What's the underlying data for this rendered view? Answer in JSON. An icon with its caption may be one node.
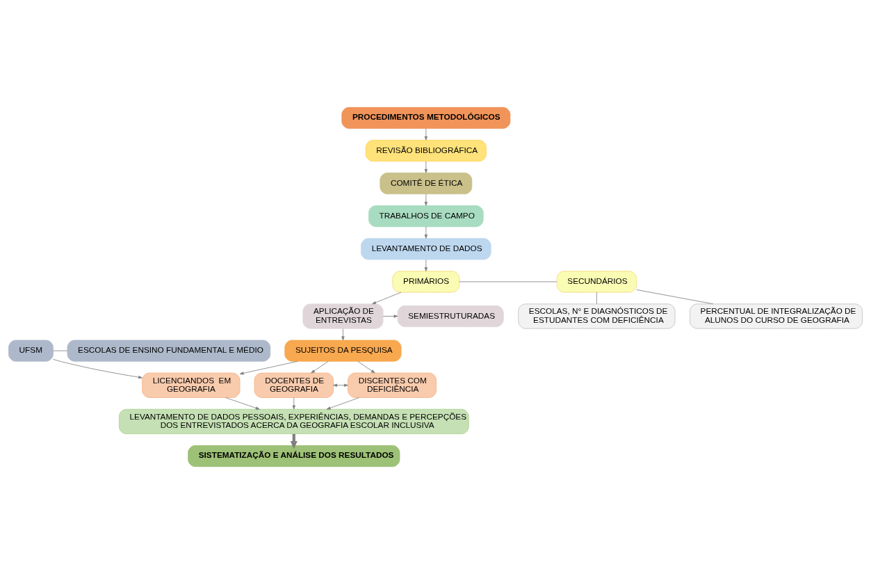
{
  "diagram": {
    "nodes": [
      {
        "text": [
          "PROCEDIMENTOS METODOLÓGICOS"
        ]
      },
      {
        "text": [
          "REVISÃO BIBLIOGRÁFICA"
        ]
      },
      {
        "text": [
          "COMITÊ DE ÉTICA"
        ]
      },
      {
        "text": [
          "TRABALHOS DE CAMPO"
        ]
      },
      {
        "text": [
          "LEVANTAMENTO DE DADOS"
        ]
      },
      {
        "text": [
          "PRIMÁRIOS"
        ]
      },
      {
        "text": [
          "SECUNDÁRIOS"
        ]
      },
      {
        "text": [
          "ESCOLAS, N° E DIAGNÓSTICOS DE ESTUDANTES COM DEFICIÊNCIA"
        ]
      },
      {
        "text": [
          "PERCENTUAL DE INTEGRALIZAÇÃO DE ALUNOS DO CURSO DE GEOGRAFIA"
        ]
      },
      {
        "text": [
          "SEMIESTRUTURADAS"
        ]
      },
      {
        "text": [
          "APLICAÇÃO DE ENTREVISTAS"
        ]
      },
      {
        "text": [
          "UFSM"
        ]
      },
      {
        "text": [
          "ESCOLAS DE ENSINO FUNDAMENTAL E MÉDIO"
        ]
      },
      {
        "text": [
          "SUJEITOS DA PESQUISA"
        ]
      },
      {
        "text": [
          "LICENCIANDOS  EM GEOGRAFIA"
        ]
      },
      {
        "text": [
          "DOCENTES DE GEOGRAFIA"
        ]
      },
      {
        "text": [
          "DISCENTES COM DEFICIÊNCIA"
        ]
      },
      {
        "text": [
          "LEVANTAMENTO DE DADOS PESSOAIS, EXPERIÊNCIAS, DEMANDAS E PERCEPÇÕES DOS ENTREVISTADOS ACERCA DA GEOGRAFIA ESCOLAR INCLUSIVA"
        ]
      },
      {
        "text": [
          "SISTEMATIZAÇÃO E ANÁLISE DOS RESULTADOS"
        ]
      }
    ],
    "edges": [
      {
        "from": 0,
        "to": 1,
        "arrow": "to"
      },
      {
        "from": 1,
        "to": 2,
        "arrow": "to"
      },
      {
        "from": 2,
        "to": 3,
        "arrow": "to"
      },
      {
        "from": 3,
        "to": 4,
        "arrow": "to"
      },
      {
        "from": 4,
        "to": 5,
        "arrow": "to"
      },
      {
        "from": 5,
        "to": 6,
        "arrow": "none"
      },
      {
        "from": 6,
        "to": 7,
        "arrow": "none"
      },
      {
        "from": 6,
        "to": 8,
        "arrow": "none"
      },
      {
        "from": 5,
        "to": 10,
        "arrow": "to"
      },
      {
        "from": 10,
        "to": 9,
        "arrow": "to"
      },
      {
        "from": 10,
        "to": 13,
        "arrow": "to"
      },
      {
        "from": 11,
        "to": 12,
        "arrow": "none"
      },
      {
        "from": 11,
        "to": 14,
        "arrow": "to"
      },
      {
        "from": 13,
        "to": 14,
        "arrow": "to"
      },
      {
        "from": 13,
        "to": 15,
        "arrow": "to"
      },
      {
        "from": 13,
        "to": 16,
        "arrow": "to"
      },
      {
        "from": 15,
        "to": 16,
        "arrow": "both"
      },
      {
        "from": 14,
        "to": 17,
        "arrow": "to"
      },
      {
        "from": 15,
        "to": 17,
        "arrow": "to"
      },
      {
        "from": 16,
        "to": 17,
        "arrow": "to"
      },
      {
        "from": 17,
        "to": 18,
        "arrow": "to",
        "style": "thick"
      }
    ]
  }
}
